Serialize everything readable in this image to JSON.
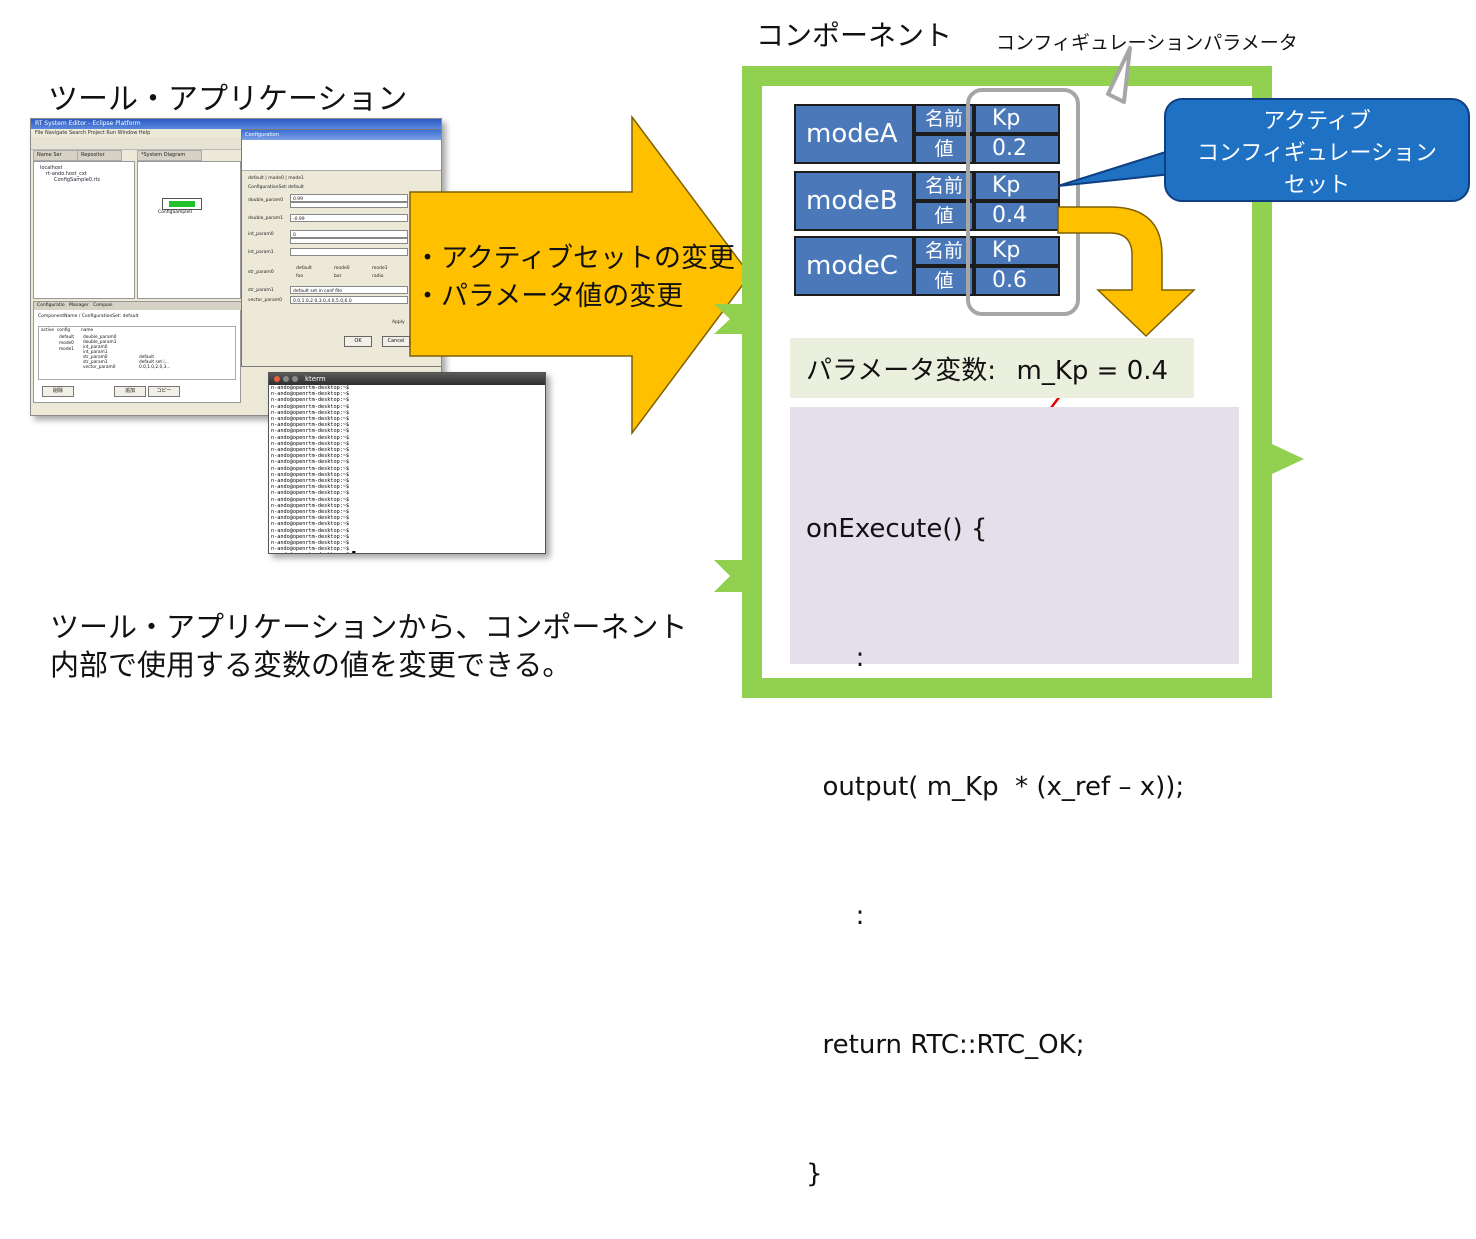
{
  "tool": {
    "title": "ツール・アプリケーション",
    "caption_line1": "ツール・アプリケーションから、コンポーネント",
    "caption_line2": "内部で使用する変数の値を変更できる。"
  },
  "screenshot": {
    "window_title": "RT System Editor - Eclipse Platform",
    "menu": "File  Navigate  Search  Project  Run  Window  Help",
    "name_service_tab": "Name Ser",
    "repository_tab": "Repositor",
    "diagram_tab": "*System Diagram",
    "tree": [
      "localhost",
      "rt-ando.host_cxt",
      "ConfigSample0.rtc"
    ],
    "rtc_label": "ConfigSample0",
    "dialog": {
      "title": "Configuration",
      "tabs": "default | mode0 | mode1",
      "config_set_label": "ConfigurationSet:",
      "config_set_value": "default",
      "params": [
        "double_param0",
        "double_param1",
        "int_param0",
        "int_param1",
        "str_param0",
        "str_param1",
        "vector_param0"
      ],
      "values": [
        "0.99",
        "-0.99",
        "0",
        "",
        "",
        "default set in conf file",
        "0.0,1.0,2.0,3.0,4.0,5.0,6.0"
      ],
      "radio_options": [
        "default",
        "mode0",
        "mode1",
        "foo",
        "bar",
        "radio"
      ],
      "apply_label": "Apply",
      "ok": "OK",
      "cancel": "Cancel"
    },
    "bottom_tabs": [
      "Configuratio",
      "Manager",
      "Composi"
    ],
    "bottom_header": "ComponentName /  ConfigurationSet: default",
    "bottom_cols": [
      "active",
      "config",
      "name"
    ],
    "bottom_rows": [
      "default",
      "mode0",
      "mode1"
    ],
    "bottom_names": [
      "double_param0",
      "double_param1",
      "int_param0",
      "int_param1",
      "str_param0",
      "str_param1",
      "vector_param0"
    ],
    "buttons": [
      "削除",
      "追加",
      "コピー"
    ],
    "values_col": [
      "default",
      "default set i...",
      "0.0,1.0,2.0,3..."
    ]
  },
  "terminal": {
    "title": "kterm",
    "prompt": "n-ando@openrtm-desktop:~$",
    "line_count": 28
  },
  "arrow": {
    "line1": "・アクティブセットの変更",
    "line2": "・パラメータ値の変更"
  },
  "component": {
    "title": "コンポーネント",
    "config_label": "コンフィギュレーションパラメータ",
    "modes": [
      {
        "name": "modeA",
        "name_label": "名前",
        "name_value": "Kp",
        "value_label": "値",
        "value": "0.2"
      },
      {
        "name": "modeB",
        "name_label": "名前",
        "name_value": "Kp",
        "value_label": "値",
        "value": "0.4"
      },
      {
        "name": "modeC",
        "name_label": "名前",
        "name_value": "Kp",
        "value_label": "値",
        "value": "0.6"
      }
    ],
    "active_callout": "アクティブ\nコンフィギュレーション\nセット",
    "active_line1": "アクティブ",
    "active_line2": "コンフィギュレーション",
    "active_line3": "セット",
    "variable": {
      "label": "パラメータ変数:",
      "name": "m_Kp",
      "rest": "= 0.4"
    },
    "code": {
      "l1": "onExecute() {",
      "l2": "      :",
      "l3a": "  output(",
      "l3var": "m_Kp",
      "l3b": " * (x_ref – x));",
      "l4": "      :",
      "l5": "  return RTC::RTC_OK;",
      "l6": "}"
    }
  },
  "colors": {
    "frame_green": "#92d050",
    "mode_blue": "#4a78b8",
    "arrow_orange": "#ffc000",
    "callout_blue": "#1f71c4",
    "highlight_red": "#e00000"
  }
}
